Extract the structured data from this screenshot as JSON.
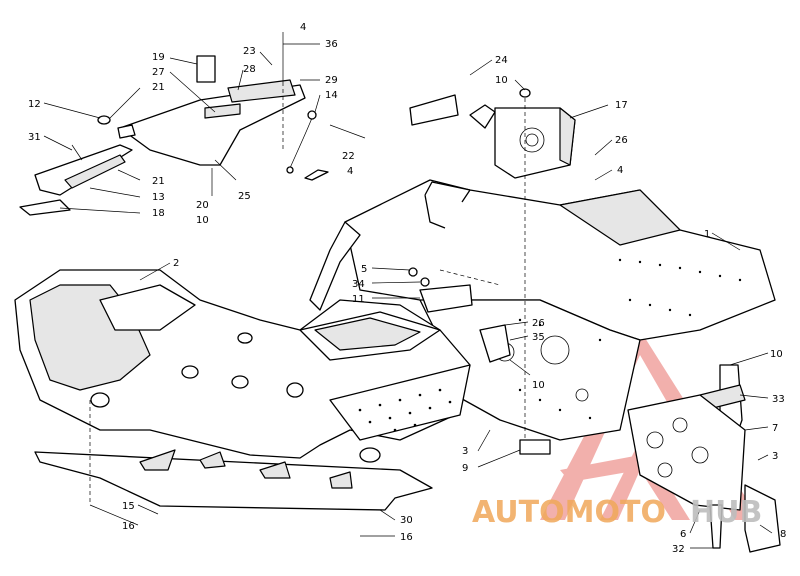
{
  "callouts": [
    {
      "id": "c-4a",
      "text": "4"
    },
    {
      "id": "c-36",
      "text": "36"
    },
    {
      "id": "c-23",
      "text": "23"
    },
    {
      "id": "c-19",
      "text": "19"
    },
    {
      "id": "c-27",
      "text": "27"
    },
    {
      "id": "c-28",
      "text": "28"
    },
    {
      "id": "c-29",
      "text": "29"
    },
    {
      "id": "c-14",
      "text": "14"
    },
    {
      "id": "c-21a",
      "text": "21"
    },
    {
      "id": "c-12",
      "text": "12"
    },
    {
      "id": "c-31",
      "text": "31"
    },
    {
      "id": "c-21b",
      "text": "21"
    },
    {
      "id": "c-13",
      "text": "13"
    },
    {
      "id": "c-18",
      "text": "18"
    },
    {
      "id": "c-20",
      "text": "20"
    },
    {
      "id": "c-10a",
      "text": "10"
    },
    {
      "id": "c-25",
      "text": "25"
    },
    {
      "id": "c-22",
      "text": "22"
    },
    {
      "id": "c-4b",
      "text": "4"
    },
    {
      "id": "c-24",
      "text": "24"
    },
    {
      "id": "c-10b",
      "text": "10"
    },
    {
      "id": "c-17",
      "text": "17"
    },
    {
      "id": "c-26a",
      "text": "26"
    },
    {
      "id": "c-4c",
      "text": "4"
    },
    {
      "id": "c-1",
      "text": "1"
    },
    {
      "id": "c-2",
      "text": "2"
    },
    {
      "id": "c-5",
      "text": "5"
    },
    {
      "id": "c-34",
      "text": "34"
    },
    {
      "id": "c-11",
      "text": "11"
    },
    {
      "id": "c-26b",
      "text": "26"
    },
    {
      "id": "c-35",
      "text": "35"
    },
    {
      "id": "c-10c",
      "text": "10"
    },
    {
      "id": "c-10d",
      "text": "10"
    },
    {
      "id": "c-33",
      "text": "33"
    },
    {
      "id": "c-7",
      "text": "7"
    },
    {
      "id": "c-3a",
      "text": "3"
    },
    {
      "id": "c-3b",
      "text": "3"
    },
    {
      "id": "c-9",
      "text": "9"
    },
    {
      "id": "c-15",
      "text": "15"
    },
    {
      "id": "c-16a",
      "text": "16"
    },
    {
      "id": "c-30",
      "text": "30"
    },
    {
      "id": "c-16b",
      "text": "16"
    },
    {
      "id": "c-6",
      "text": "6"
    },
    {
      "id": "c-8",
      "text": "8"
    },
    {
      "id": "c-32",
      "text": "32"
    }
  ],
  "watermark": {
    "part1": "AUTOMOTO",
    "part2": "HUB",
    "color_primary": "#e8706a",
    "color_secondary": "#c9c9c9"
  }
}
